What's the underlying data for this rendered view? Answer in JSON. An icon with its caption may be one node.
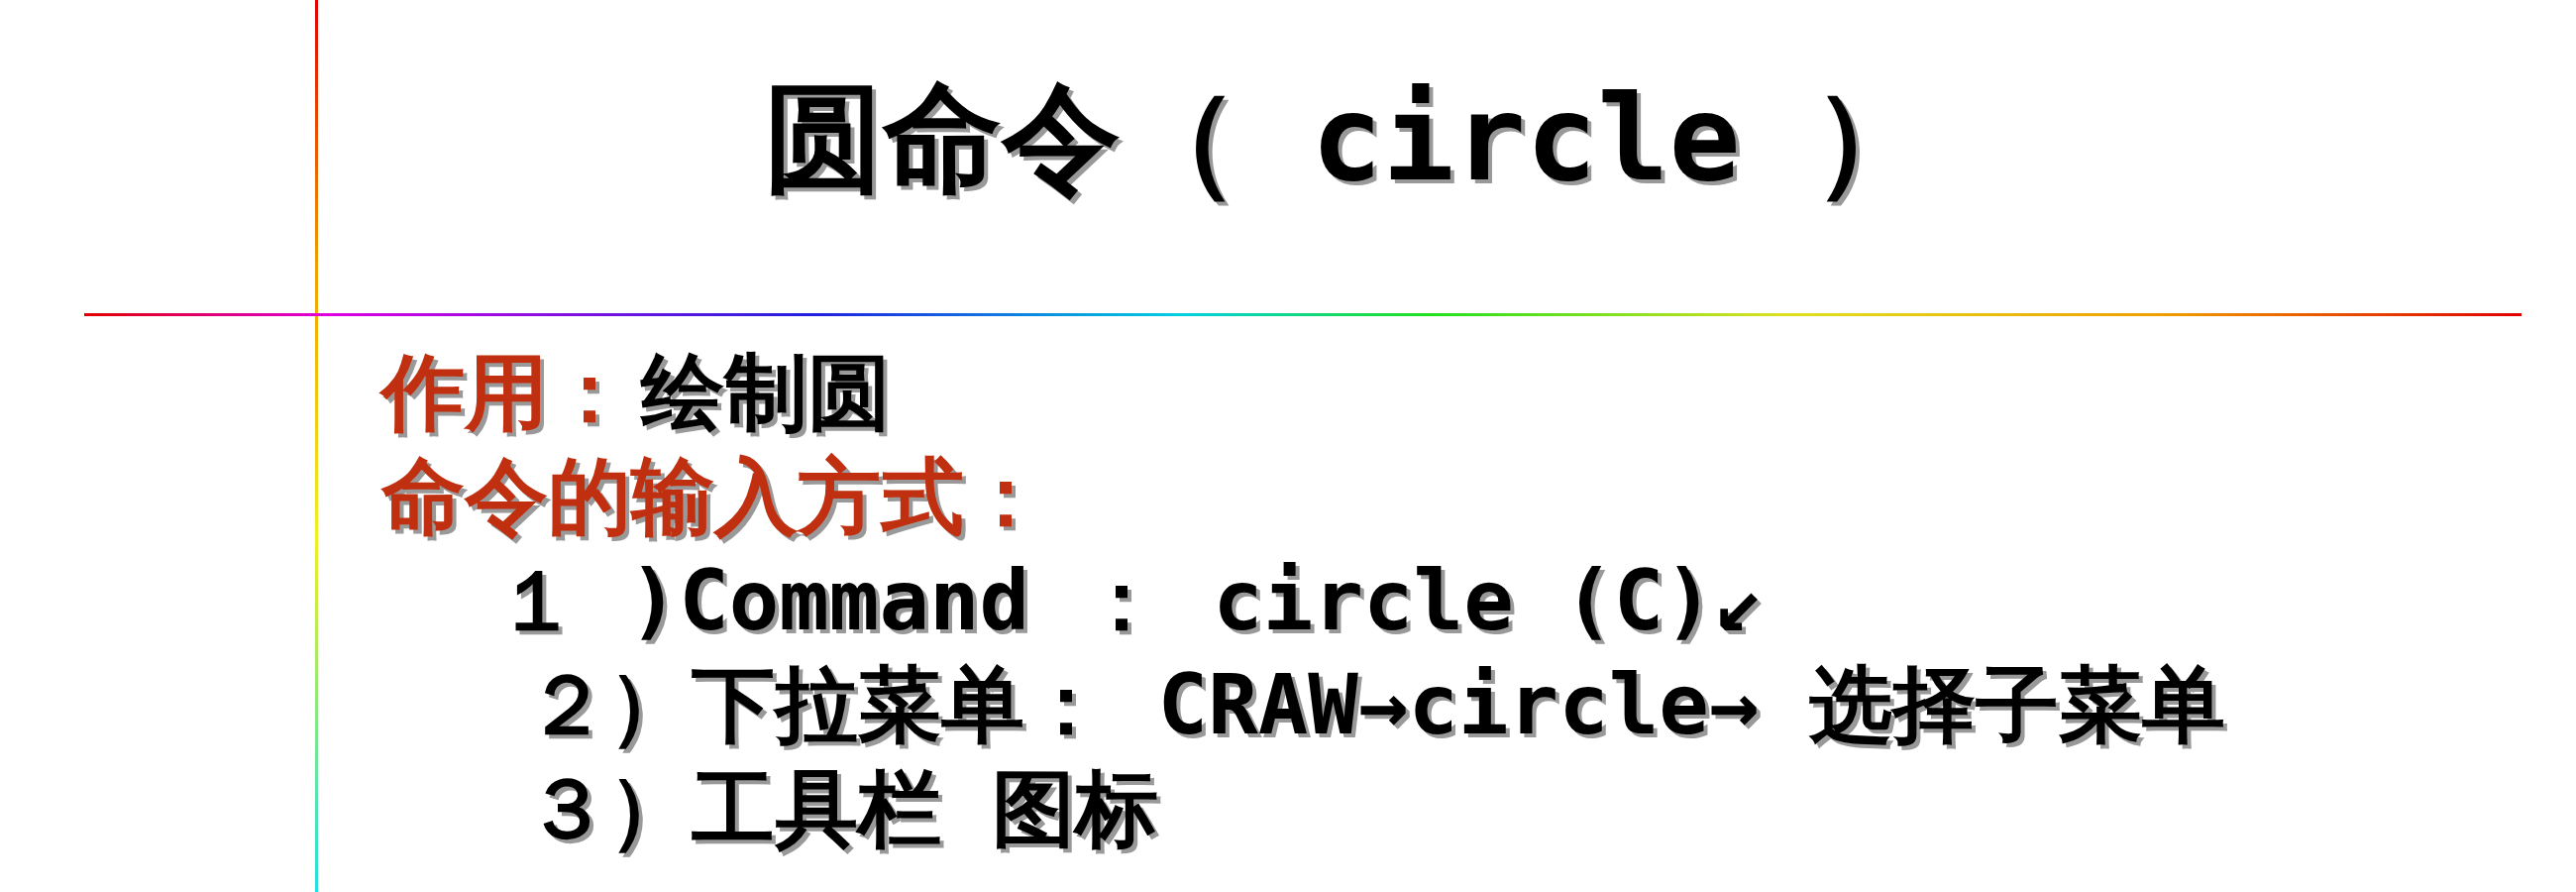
{
  "diagram": {
    "title": "圆命令（ circle ）",
    "labels": [
      "作用：",
      "绘制圆",
      "命令的输入方式：",
      "１ )Command ： circle (C)↙",
      "２）下拉菜单： CRAW→circle→ 选择子菜单",
      "３）工具栏 图标"
    ]
  }
}
